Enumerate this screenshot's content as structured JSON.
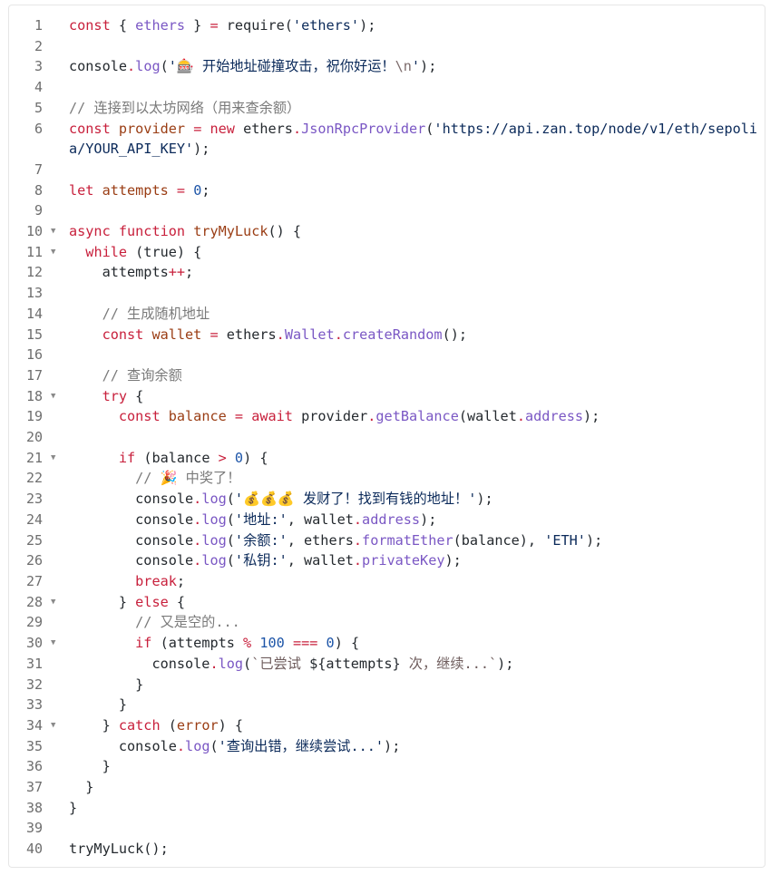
{
  "editor": {
    "language": "javascript",
    "colors": {
      "keyword": "#c8203c",
      "variable": "#9a3d14",
      "property": "#7a57c4",
      "string": "#0b2a5a",
      "number": "#1d55a8",
      "comment": "#7a7a7a",
      "border": "#e6e6e6",
      "line_number": "#6e6e6e"
    },
    "fold_icon": "triangle-down",
    "lines": [
      {
        "n": "1",
        "fold": false,
        "tokens": [
          [
            "kw",
            "const"
          ],
          [
            "pl",
            " { "
          ],
          [
            "prop",
            "ethers"
          ],
          [
            "pl",
            " } "
          ],
          [
            "op",
            "="
          ],
          [
            "pl",
            " require("
          ],
          [
            "str",
            "'ethers'"
          ],
          [
            "pl",
            ");"
          ]
        ]
      },
      {
        "n": "2",
        "fold": false,
        "tokens": []
      },
      {
        "n": "3",
        "fold": false,
        "tokens": [
          [
            "pl",
            "console"
          ],
          [
            "op",
            "."
          ],
          [
            "prop",
            "log"
          ],
          [
            "pl",
            "("
          ],
          [
            "str",
            "'🎰 开始地址碰撞攻击，祝你好运！"
          ],
          [
            "esc",
            "\\n"
          ],
          [
            "str",
            "'"
          ],
          [
            "pl",
            ");"
          ]
        ]
      },
      {
        "n": "4",
        "fold": false,
        "tokens": []
      },
      {
        "n": "5",
        "fold": false,
        "tokens": [
          [
            "cm",
            "// 连接到以太坊网络（用来查余额）"
          ]
        ]
      },
      {
        "n": "6",
        "fold": false,
        "tokens": [
          [
            "kw",
            "const"
          ],
          [
            "pl",
            " "
          ],
          [
            "var",
            "provider"
          ],
          [
            "pl",
            " "
          ],
          [
            "op",
            "="
          ],
          [
            "pl",
            " "
          ],
          [
            "kw",
            "new"
          ],
          [
            "pl",
            " ethers"
          ],
          [
            "op",
            "."
          ],
          [
            "prop",
            "JsonRpcProvider"
          ],
          [
            "pl",
            "("
          ],
          [
            "str",
            "'https://api.zan.top/node/v1/eth/sepolia/YOUR_API_KEY'"
          ],
          [
            "pl",
            ");"
          ]
        ]
      },
      {
        "n": "7",
        "fold": false,
        "tokens": []
      },
      {
        "n": "8",
        "fold": false,
        "tokens": [
          [
            "kw",
            "let"
          ],
          [
            "pl",
            " "
          ],
          [
            "var",
            "attempts"
          ],
          [
            "pl",
            " "
          ],
          [
            "op",
            "="
          ],
          [
            "pl",
            " "
          ],
          [
            "num",
            "0"
          ],
          [
            "pl",
            ";"
          ]
        ]
      },
      {
        "n": "9",
        "fold": false,
        "tokens": []
      },
      {
        "n": "10",
        "fold": true,
        "tokens": [
          [
            "kw",
            "async"
          ],
          [
            "pl",
            " "
          ],
          [
            "kw",
            "function"
          ],
          [
            "pl",
            " "
          ],
          [
            "var",
            "tryMyLuck"
          ],
          [
            "pl",
            "() {"
          ]
        ]
      },
      {
        "n": "11",
        "fold": true,
        "tokens": [
          [
            "pl",
            "  "
          ],
          [
            "kw",
            "while"
          ],
          [
            "pl",
            " (true) {"
          ]
        ]
      },
      {
        "n": "12",
        "fold": false,
        "tokens": [
          [
            "pl",
            "    attempts"
          ],
          [
            "op",
            "++"
          ],
          [
            "pl",
            ";"
          ]
        ]
      },
      {
        "n": "13",
        "fold": false,
        "tokens": []
      },
      {
        "n": "14",
        "fold": false,
        "tokens": [
          [
            "pl",
            "    "
          ],
          [
            "cm",
            "// 生成随机地址"
          ]
        ]
      },
      {
        "n": "15",
        "fold": false,
        "tokens": [
          [
            "pl",
            "    "
          ],
          [
            "kw",
            "const"
          ],
          [
            "pl",
            " "
          ],
          [
            "var",
            "wallet"
          ],
          [
            "pl",
            " "
          ],
          [
            "op",
            "="
          ],
          [
            "pl",
            " ethers"
          ],
          [
            "op",
            "."
          ],
          [
            "prop",
            "Wallet"
          ],
          [
            "op",
            "."
          ],
          [
            "prop",
            "createRandom"
          ],
          [
            "pl",
            "();"
          ]
        ]
      },
      {
        "n": "16",
        "fold": false,
        "tokens": []
      },
      {
        "n": "17",
        "fold": false,
        "tokens": [
          [
            "pl",
            "    "
          ],
          [
            "cm",
            "// 查询余额"
          ]
        ]
      },
      {
        "n": "18",
        "fold": true,
        "tokens": [
          [
            "pl",
            "    "
          ],
          [
            "kw",
            "try"
          ],
          [
            "pl",
            " {"
          ]
        ]
      },
      {
        "n": "19",
        "fold": false,
        "tokens": [
          [
            "pl",
            "      "
          ],
          [
            "kw",
            "const"
          ],
          [
            "pl",
            " "
          ],
          [
            "var",
            "balance"
          ],
          [
            "pl",
            " "
          ],
          [
            "op",
            "="
          ],
          [
            "pl",
            " "
          ],
          [
            "kw",
            "await"
          ],
          [
            "pl",
            " provider"
          ],
          [
            "op",
            "."
          ],
          [
            "prop",
            "getBalance"
          ],
          [
            "pl",
            "(wallet"
          ],
          [
            "op",
            "."
          ],
          [
            "prop",
            "address"
          ],
          [
            "pl",
            ");"
          ]
        ]
      },
      {
        "n": "20",
        "fold": false,
        "tokens": []
      },
      {
        "n": "21",
        "fold": true,
        "tokens": [
          [
            "pl",
            "      "
          ],
          [
            "kw",
            "if"
          ],
          [
            "pl",
            " (balance "
          ],
          [
            "op",
            ">"
          ],
          [
            "pl",
            " "
          ],
          [
            "num",
            "0"
          ],
          [
            "pl",
            ") {"
          ]
        ]
      },
      {
        "n": "22",
        "fold": false,
        "tokens": [
          [
            "pl",
            "        "
          ],
          [
            "cm",
            "// 🎉 中奖了！"
          ]
        ]
      },
      {
        "n": "23",
        "fold": false,
        "tokens": [
          [
            "pl",
            "        console"
          ],
          [
            "op",
            "."
          ],
          [
            "prop",
            "log"
          ],
          [
            "pl",
            "("
          ],
          [
            "str",
            "'💰💰💰 发财了！找到有钱的地址！'"
          ],
          [
            "pl",
            ");"
          ]
        ]
      },
      {
        "n": "24",
        "fold": false,
        "tokens": [
          [
            "pl",
            "        console"
          ],
          [
            "op",
            "."
          ],
          [
            "prop",
            "log"
          ],
          [
            "pl",
            "("
          ],
          [
            "str",
            "'地址:'"
          ],
          [
            "pl",
            ", wallet"
          ],
          [
            "op",
            "."
          ],
          [
            "prop",
            "address"
          ],
          [
            "pl",
            ");"
          ]
        ]
      },
      {
        "n": "25",
        "fold": false,
        "tokens": [
          [
            "pl",
            "        console"
          ],
          [
            "op",
            "."
          ],
          [
            "prop",
            "log"
          ],
          [
            "pl",
            "("
          ],
          [
            "str",
            "'余额:'"
          ],
          [
            "pl",
            ", ethers"
          ],
          [
            "op",
            "."
          ],
          [
            "prop",
            "formatEther"
          ],
          [
            "pl",
            "(balance), "
          ],
          [
            "str",
            "'ETH'"
          ],
          [
            "pl",
            ");"
          ]
        ]
      },
      {
        "n": "26",
        "fold": false,
        "tokens": [
          [
            "pl",
            "        console"
          ],
          [
            "op",
            "."
          ],
          [
            "prop",
            "log"
          ],
          [
            "pl",
            "("
          ],
          [
            "str",
            "'私钥:'"
          ],
          [
            "pl",
            ", wallet"
          ],
          [
            "op",
            "."
          ],
          [
            "prop",
            "privateKey"
          ],
          [
            "pl",
            ");"
          ]
        ]
      },
      {
        "n": "27",
        "fold": false,
        "tokens": [
          [
            "pl",
            "        "
          ],
          [
            "kw",
            "break"
          ],
          [
            "pl",
            ";"
          ]
        ]
      },
      {
        "n": "28",
        "fold": true,
        "tokens": [
          [
            "pl",
            "      } "
          ],
          [
            "kw",
            "else"
          ],
          [
            "pl",
            " {"
          ]
        ]
      },
      {
        "n": "29",
        "fold": false,
        "tokens": [
          [
            "pl",
            "        "
          ],
          [
            "cm",
            "// 又是空的..."
          ]
        ]
      },
      {
        "n": "30",
        "fold": true,
        "tokens": [
          [
            "pl",
            "        "
          ],
          [
            "kw",
            "if"
          ],
          [
            "pl",
            " (attempts "
          ],
          [
            "op",
            "%"
          ],
          [
            "pl",
            " "
          ],
          [
            "num",
            "100"
          ],
          [
            "pl",
            " "
          ],
          [
            "op",
            "==="
          ],
          [
            "pl",
            " "
          ],
          [
            "num",
            "0"
          ],
          [
            "pl",
            ") {"
          ]
        ]
      },
      {
        "n": "31",
        "fold": false,
        "tokens": [
          [
            "pl",
            "          console"
          ],
          [
            "op",
            "."
          ],
          [
            "prop",
            "log"
          ],
          [
            "pl",
            "("
          ],
          [
            "tpl",
            "`已尝试 "
          ],
          [
            "pl",
            "${attempts}"
          ],
          [
            "tpl",
            " 次，继续...`"
          ],
          [
            "pl",
            ");"
          ]
        ]
      },
      {
        "n": "32",
        "fold": false,
        "tokens": [
          [
            "pl",
            "        }"
          ]
        ]
      },
      {
        "n": "33",
        "fold": false,
        "tokens": [
          [
            "pl",
            "      }"
          ]
        ]
      },
      {
        "n": "34",
        "fold": true,
        "tokens": [
          [
            "pl",
            "    } "
          ],
          [
            "kw",
            "catch"
          ],
          [
            "pl",
            " ("
          ],
          [
            "var",
            "error"
          ],
          [
            "pl",
            ") {"
          ]
        ]
      },
      {
        "n": "35",
        "fold": false,
        "tokens": [
          [
            "pl",
            "      console"
          ],
          [
            "op",
            "."
          ],
          [
            "prop",
            "log"
          ],
          [
            "pl",
            "("
          ],
          [
            "str",
            "'查询出错，继续尝试...'"
          ],
          [
            "pl",
            ");"
          ]
        ]
      },
      {
        "n": "36",
        "fold": false,
        "tokens": [
          [
            "pl",
            "    }"
          ]
        ]
      },
      {
        "n": "37",
        "fold": false,
        "tokens": [
          [
            "pl",
            "  }"
          ]
        ]
      },
      {
        "n": "38",
        "fold": false,
        "tokens": [
          [
            "pl",
            "}"
          ]
        ]
      },
      {
        "n": "39",
        "fold": false,
        "tokens": []
      },
      {
        "n": "40",
        "fold": false,
        "tokens": [
          [
            "pl",
            "tryMyLuck();"
          ]
        ]
      }
    ]
  }
}
